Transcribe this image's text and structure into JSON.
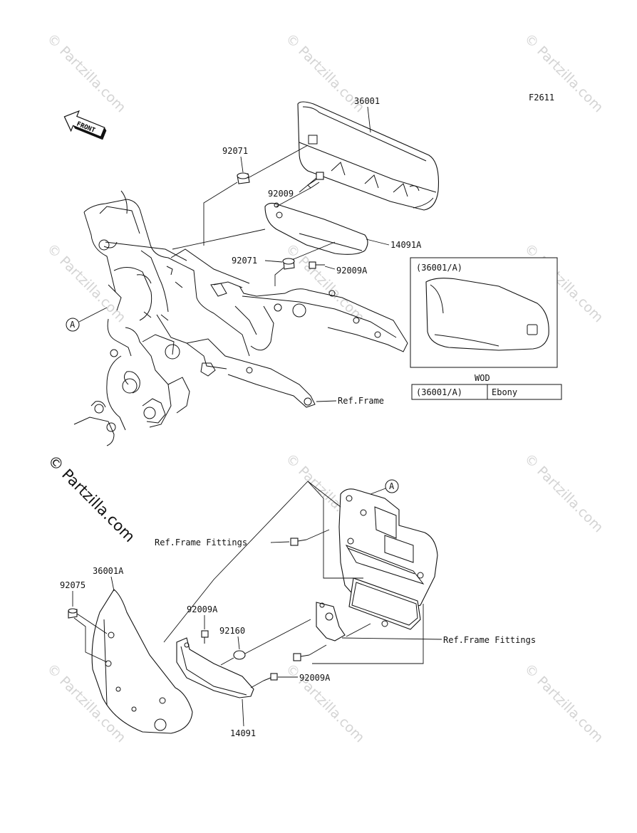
{
  "diagram_code": "F2611",
  "front_label": "FRONT",
  "watermark": "© Partzilla.com",
  "brand_watermark": "© Partzilla.com",
  "callouts": {
    "p36001": "36001",
    "p92071_top": "92071",
    "p92009": "92009",
    "p14091A": "14091A",
    "p92071_mid": "92071",
    "p92009A_top": "92009A",
    "ref_frame": "Ref.Frame",
    "circle_a_left": "A",
    "circle_a_right": "A",
    "ref_frame_fittings_1": "Ref.Frame Fittings",
    "ref_frame_fittings_2": "Ref.Frame Fittings",
    "p36001A": "36001A",
    "p92075": "92075",
    "p92009A_mid": "92009A",
    "p92160": "92160",
    "p92009A_low": "92009A",
    "p14091": "14091"
  },
  "inset": {
    "title": "(36001/A)",
    "table_header": "WOD",
    "row_part": "(36001/A)",
    "row_color": "Ebony"
  }
}
